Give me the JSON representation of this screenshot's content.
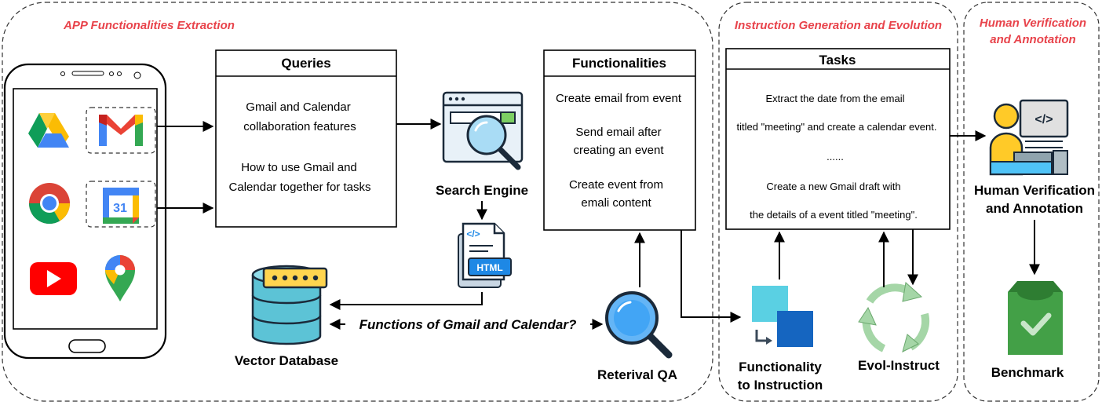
{
  "sections": {
    "extraction": "APP Functionalities Extraction",
    "generation": "Instruction Generation and Evolution",
    "verification_line1": "Human Verification",
    "verification_line2": "and Annotation"
  },
  "queries": {
    "title": "Queries",
    "lines": [
      "Gmail and Calendar",
      "collaboration features",
      "How to use Gmail and",
      "Calendar  together for tasks"
    ]
  },
  "functionalities": {
    "title": "Functionalities",
    "lines": [
      "Create email from event",
      "Send email after",
      "creating an event",
      "Create event from",
      "emali content"
    ]
  },
  "tasks": {
    "title": "Tasks",
    "lines": [
      "Extract the date from the email",
      "titled \"meeting\" and create a calendar event.",
      "......",
      "Create a new Gmail draft with",
      "the details of a event titled \"meeting\"."
    ]
  },
  "labels": {
    "search_engine": "Search Engine",
    "vector_database": "Vector Database",
    "retrieval_qa": "Reterival QA",
    "question": "Functions of Gmail and Calendar?",
    "func_to_instr_1": "Functionality",
    "func_to_instr_2": "to Instruction",
    "evol_instruct": "Evol-Instruct",
    "human_1": "Human Verification",
    "human_2": "and Annotation",
    "benchmark": "Benchmark"
  },
  "calendar_icon_day": "31",
  "html_icon_text": "HTML",
  "code_icon_text": "</>",
  "icons": [
    "phone",
    "google-drive-icon",
    "gmail-icon",
    "chrome-icon",
    "google-calendar-icon",
    "youtube-icon",
    "google-maps-icon",
    "search-engine-icon",
    "html-file-icon",
    "vector-database-icon",
    "magnifier-icon",
    "transform-icon",
    "recycle-icon",
    "programmer-icon",
    "benchmark-box-icon"
  ],
  "colors": {
    "section_title": "#e8434b",
    "accent_blue": "#1e88e5",
    "green": "#43a047"
  }
}
